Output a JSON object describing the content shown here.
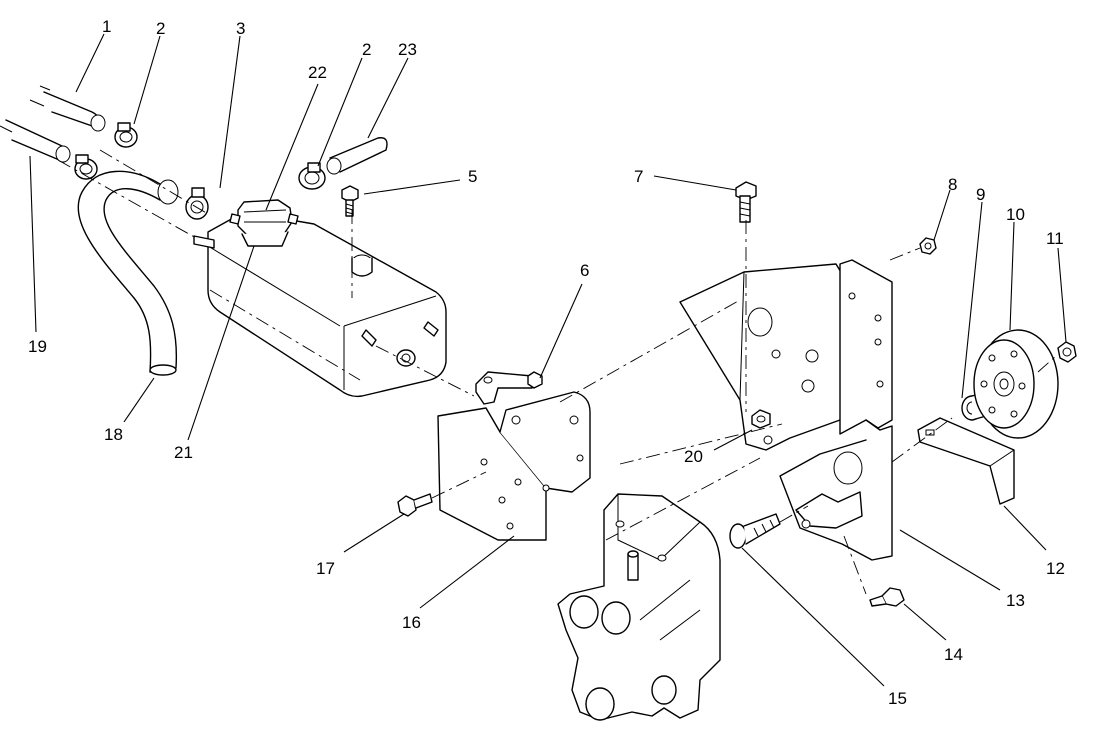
{
  "callouts": {
    "c1": "1",
    "c2a": "2",
    "c3": "3",
    "c22": "22",
    "c2b": "2",
    "c23": "23",
    "c5": "5",
    "c7": "7",
    "c8": "8",
    "c9": "9",
    "c10": "10",
    "c11": "11",
    "c6": "6",
    "c19": "19",
    "c18": "18",
    "c21": "21",
    "c20": "20",
    "c17": "17",
    "c16": "16",
    "c15": "15",
    "c14": "14",
    "c13": "13",
    "c12": "12"
  }
}
